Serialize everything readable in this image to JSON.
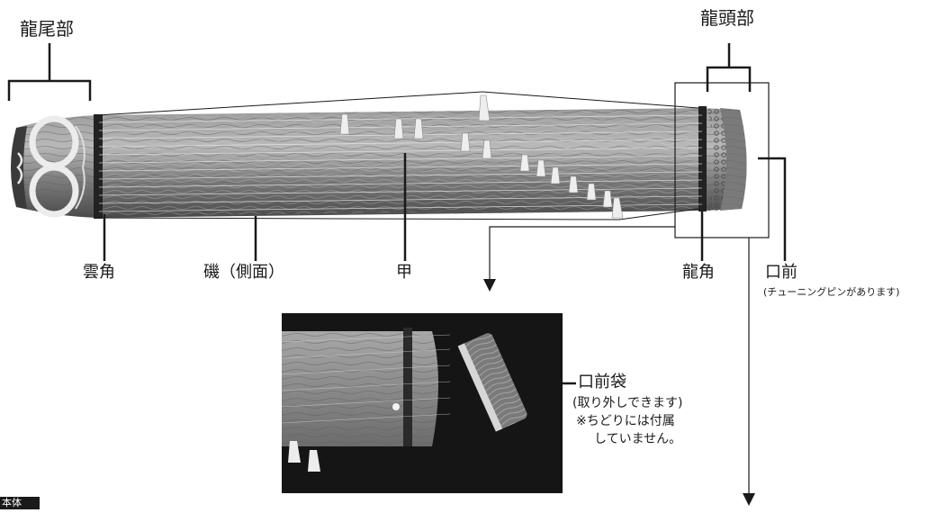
{
  "labels": {
    "ryubi": "龍尾部",
    "ryuto": "龍頭部",
    "unkaku": "雲角",
    "iso": "磯（側面）",
    "kou": "甲",
    "ryukaku": "龍角",
    "kuchimae": "口前",
    "kuchimae_note": "(チューニングピンがあります)",
    "kuchimae_bukuro": "口前袋",
    "bukuro_note_1": "(取り外しできます)",
    "bukuro_note_2": "※ちどりには付属",
    "bukuro_note_3": "していません。",
    "cut_off": "本体"
  },
  "colors": {
    "wood_dark": "#3a3a3a",
    "wood_mid": "#8a8a8a",
    "wood_light": "#c9c9c9",
    "photo_bg": "#141414",
    "line": "#1a1a1a"
  }
}
